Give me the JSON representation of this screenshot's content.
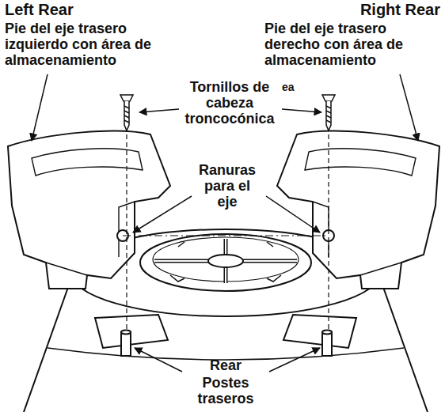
{
  "diagram": {
    "labels": [
      "Left Rear",
      "Pie del eje trasero izquierdo con área de almacenamiento",
      "Right Rear",
      "Pie del eje trasero derecho con área de almacenamiento",
      "Tornillos de cabeza troncocónica",
      "ea",
      "Ranuras para el eje",
      "Rear",
      "Postes traseros"
    ]
  }
}
